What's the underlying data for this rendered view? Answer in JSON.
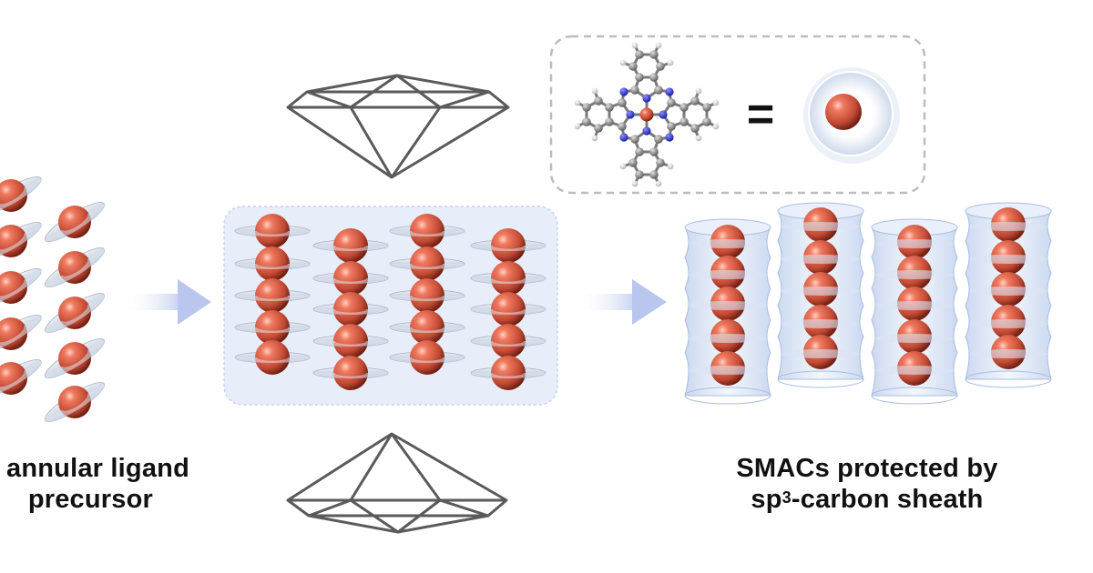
{
  "captions": {
    "left_line1": "annular ligand",
    "left_line2": "precursor",
    "right_line1": "SMACs protected by",
    "right_line2_prefix": "sp",
    "right_line2_sup": "3",
    "right_line2_suffix": "-carbon sheath"
  },
  "legend": {
    "equals": "="
  },
  "colors": {
    "atom": "#d8614a",
    "atom_dark": "#8c2a1c",
    "disc": "#c9d3e3",
    "panel": "#e6ecf8",
    "arrow": "#c3cff0",
    "sheath": "#cbdaf2",
    "carbon": "#8a8a8a",
    "nitrogen": "#2a2fd6",
    "hydrogen": "#f2f2f2",
    "diamond_line": "#555555"
  },
  "icons": [
    "diamond-crystal-icon",
    "arrow-right-icon",
    "phthalocyanine-molecule-icon",
    "disc-atom-icon"
  ]
}
